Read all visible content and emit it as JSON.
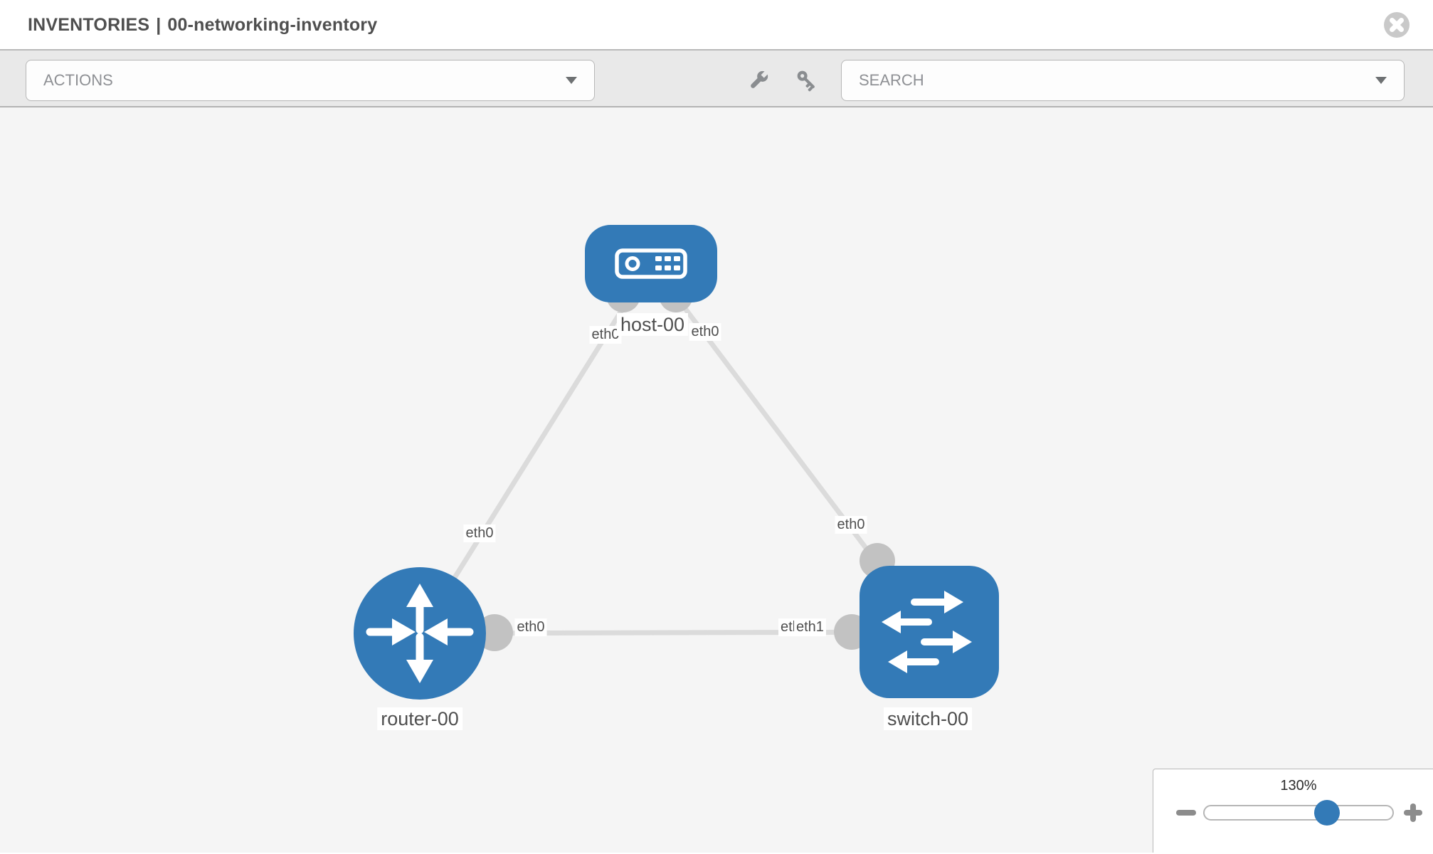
{
  "header": {
    "section": "INVENTORIES",
    "divider": "|",
    "inventory_name": "00-networking-inventory"
  },
  "toolbar": {
    "actions_label": "ACTIONS",
    "search_label": "SEARCH"
  },
  "icons": {
    "close": "close-icon",
    "wrench": "wrench-icon",
    "key": "key-icon",
    "dropdown_caret": "chevron-down-icon",
    "zoom_out": "minus-icon",
    "zoom_in": "plus-icon",
    "host": "server-icon",
    "router": "router-arrows-icon",
    "switch": "switch-arrows-icon"
  },
  "colors": {
    "node_blue": "#337ab7",
    "link_gray": "#dbdbdb",
    "endpoint_gray": "#c2c2c2",
    "canvas_bg": "#f5f5f5",
    "toolbar_bg": "#e9e9e9"
  },
  "topology": {
    "nodes": [
      {
        "id": "host-00",
        "type": "host",
        "label": "host-00"
      },
      {
        "id": "router-00",
        "type": "router",
        "label": "router-00"
      },
      {
        "id": "switch-00",
        "type": "switch",
        "label": "switch-00"
      }
    ],
    "links": [
      {
        "from": "host-00",
        "from_iface": "eth0",
        "to": "router-00",
        "to_iface": "eth0"
      },
      {
        "from": "host-00",
        "from_iface": "eth0",
        "to": "switch-00",
        "to_iface": "eth0"
      },
      {
        "from": "router-00",
        "from_iface": "eth0",
        "to": "switch-00",
        "to_iface": "eth1"
      }
    ],
    "overlapped_iface": "eth0"
  },
  "zoom_control": {
    "level": "130%"
  }
}
